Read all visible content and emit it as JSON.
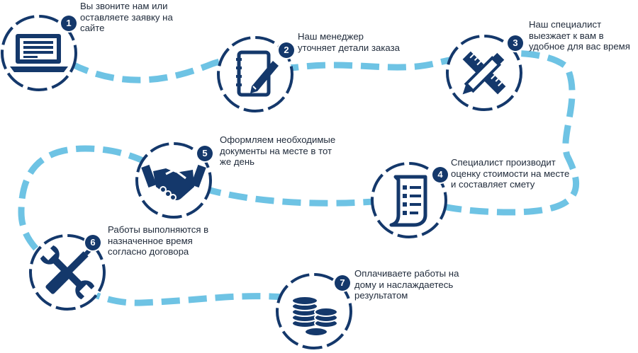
{
  "colors": {
    "navy": "#14386b",
    "dash": "#6ec3e4"
  },
  "steps": [
    {
      "number": "1",
      "icon": "laptop-icon",
      "text": "Вы звоните нам или\nоставляете заявку на\nсайте"
    },
    {
      "number": "2",
      "icon": "notepad-pencil-icon",
      "text": "Наш менеджер\nуточняет детали заказа"
    },
    {
      "number": "3",
      "icon": "ruler-pencil-icon",
      "text": "Наш специалист\nвыезжает к вам в\nудобное для вас время"
    },
    {
      "number": "4",
      "icon": "estimate-document-icon",
      "text": "Специалист производит\nоценку стоимости на месте\nи составляет смету"
    },
    {
      "number": "5",
      "icon": "handshake-icon",
      "text": "Оформляем необходимые\nдокументы на месте в тот\nже день"
    },
    {
      "number": "6",
      "icon": "tools-icon",
      "text": "Работы выполняются в\nназначенное время\nсогласно договора"
    },
    {
      "number": "7",
      "icon": "coins-icon",
      "text": "Оплачиваете работы на\nдому и наслаждаетесь\nрезультатом"
    }
  ]
}
